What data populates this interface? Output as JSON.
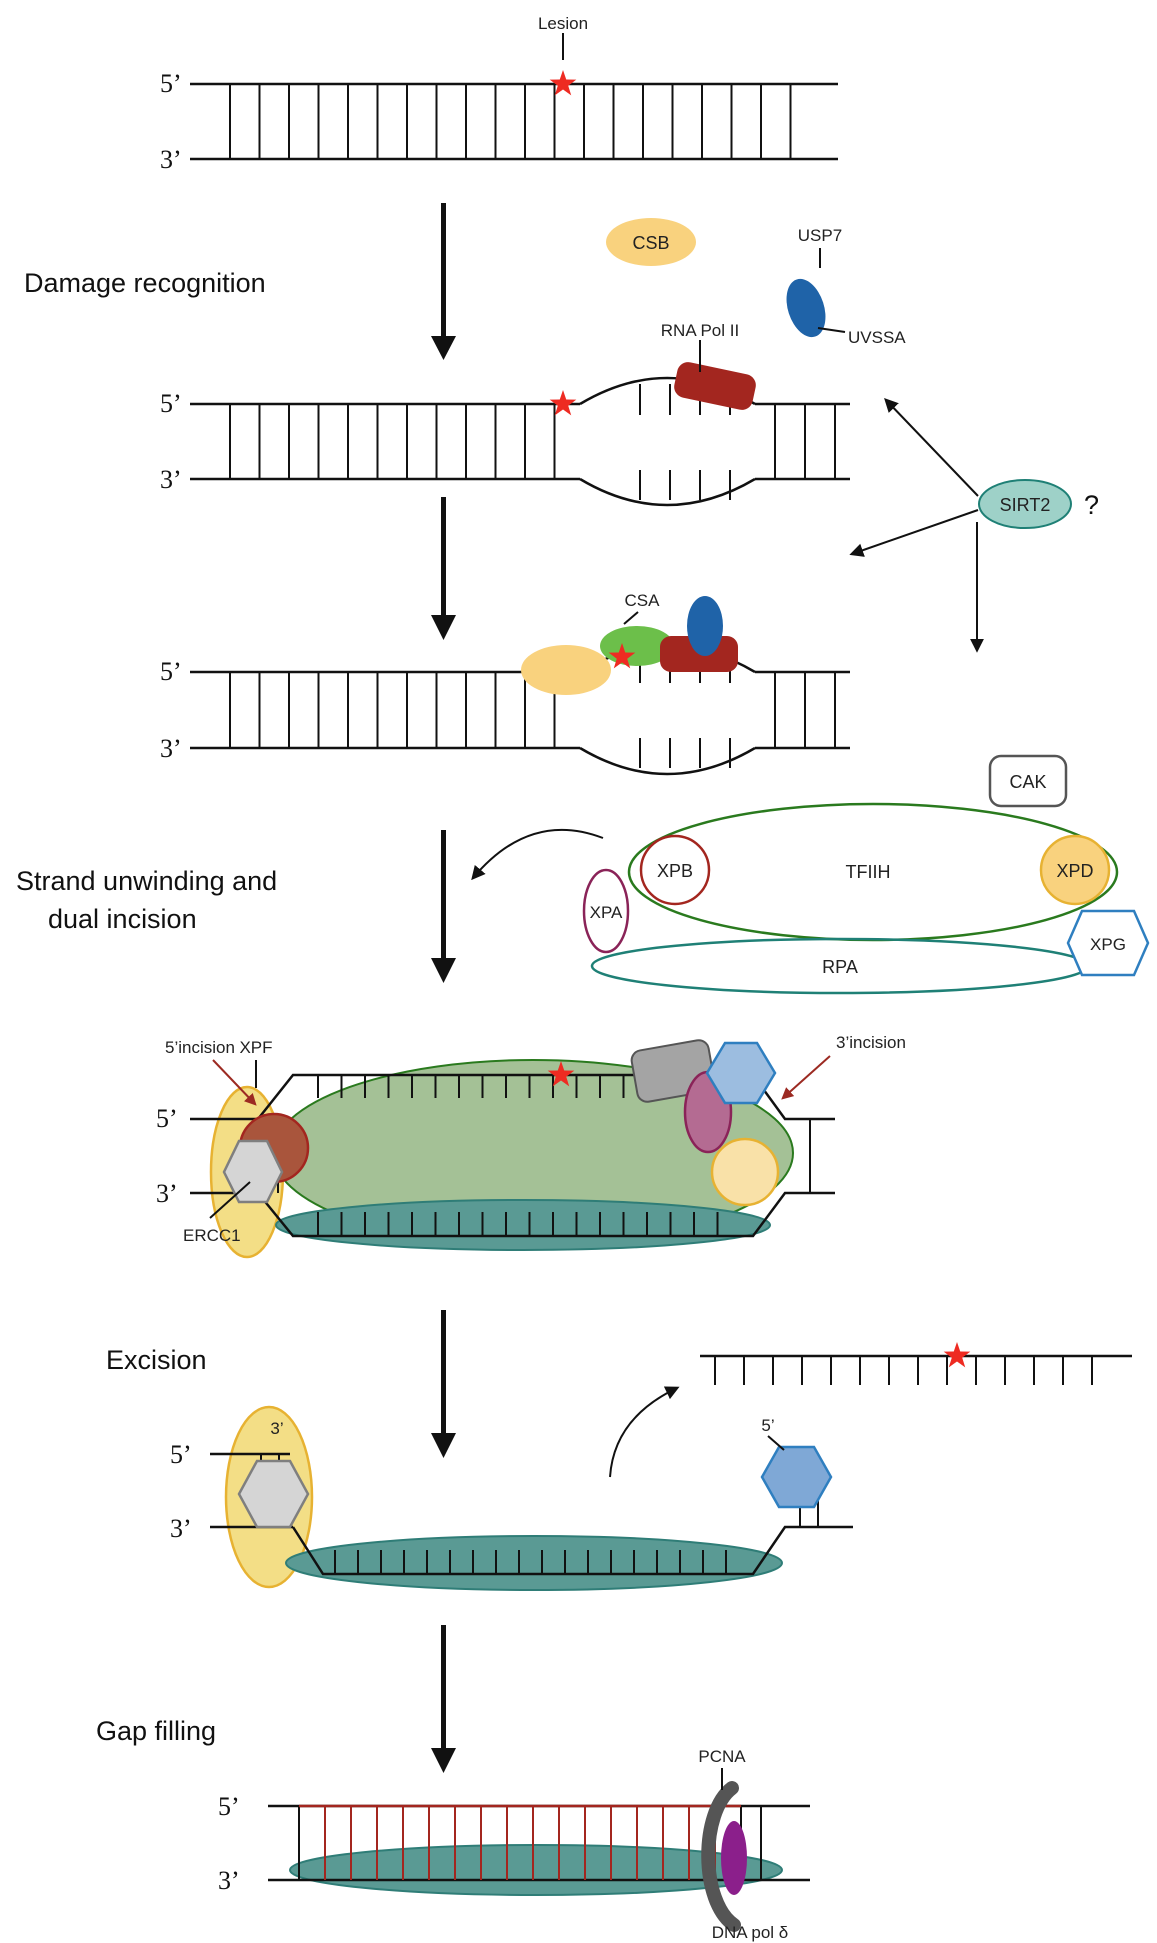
{
  "stages": {
    "damage_recognition": "Damage recognition",
    "strand_unwinding_line1": "Strand unwinding and",
    "strand_unwinding_line2": "dual incision",
    "excision": "Excision",
    "gap_filling": "Gap filling"
  },
  "strand_ends": {
    "five": "5’",
    "three": "3’"
  },
  "proteins": {
    "lesion": "Lesion",
    "csb": "CSB",
    "usp7": "USP7",
    "uvssa": "UVSSA",
    "rna_pol_ii": "RNA Pol II",
    "sirt2": "SIRT2",
    "question": "?",
    "csa": "CSA",
    "cak": "CAK",
    "tfiih": "TFIIH",
    "xpb": "XPB",
    "xpd": "XPD",
    "xpa": "XPA",
    "xpg": "XPG",
    "rpa": "RPA",
    "five_incision": "5’incision",
    "xpf": "XPF",
    "three_incision": "3’incision",
    "ercc1": "ERCC1",
    "excised_five": "5’",
    "excised_three": "3’",
    "pcna": "PCNA",
    "dna_pol_delta": "DNA pol δ"
  },
  "colors": {
    "lesion_star": "#ee2b22",
    "csb": "#f9d27e",
    "uvssa": "#1f63a8",
    "rna_pol_ii": "#a3261f",
    "sirt2_fill": "#9ed1c8",
    "sirt2_stroke": "#1f8076",
    "csa": "#6cbf4a",
    "tfiih": "#2a7a1e",
    "xpb": "#a3261f",
    "xpd": "#f9d27e",
    "xpa": "#8a2358",
    "xpg": "#2f7fc0",
    "rpa": "#5a9a94",
    "xpf_ercc1_halo": "#f3de86",
    "new_dna": "#a3261f",
    "pcna": "#555555",
    "dna_pol_delta": "#8b1f8b"
  }
}
